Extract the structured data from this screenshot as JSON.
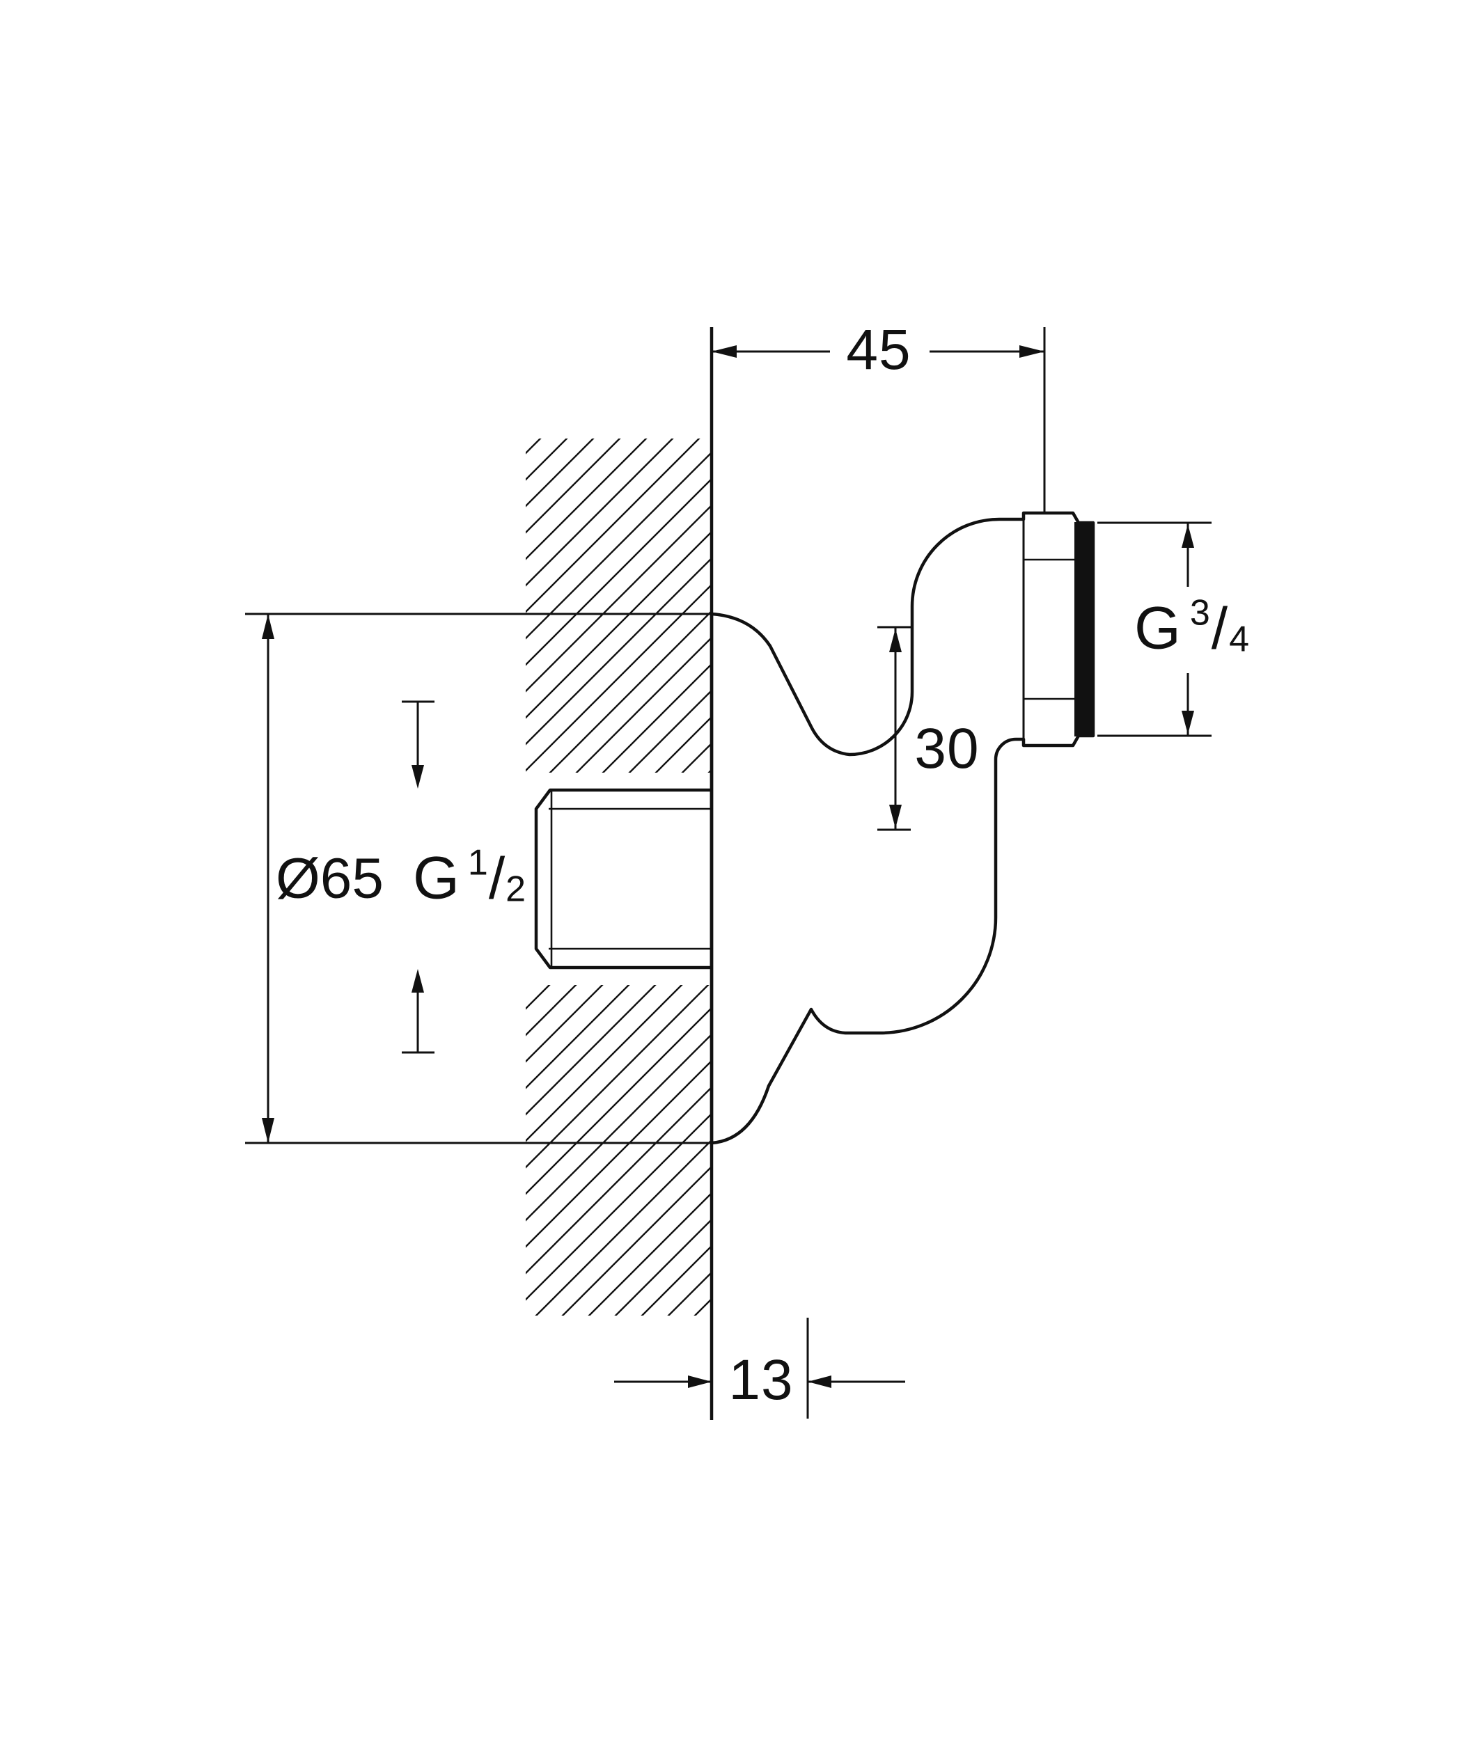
{
  "dimensions": {
    "projection_depth": "45",
    "vertical_offset": "30",
    "wall_offset": "13",
    "flange_diameter": "Ø65"
  },
  "threads": {
    "inlet": {
      "letter": "G",
      "numerator": "1",
      "denominator": "2"
    },
    "outlet": {
      "letter": "G",
      "numerator": "3",
      "denominator": "4"
    }
  },
  "colors": {
    "line": "#111111",
    "background": "#ffffff",
    "thread_band": "#111111"
  }
}
